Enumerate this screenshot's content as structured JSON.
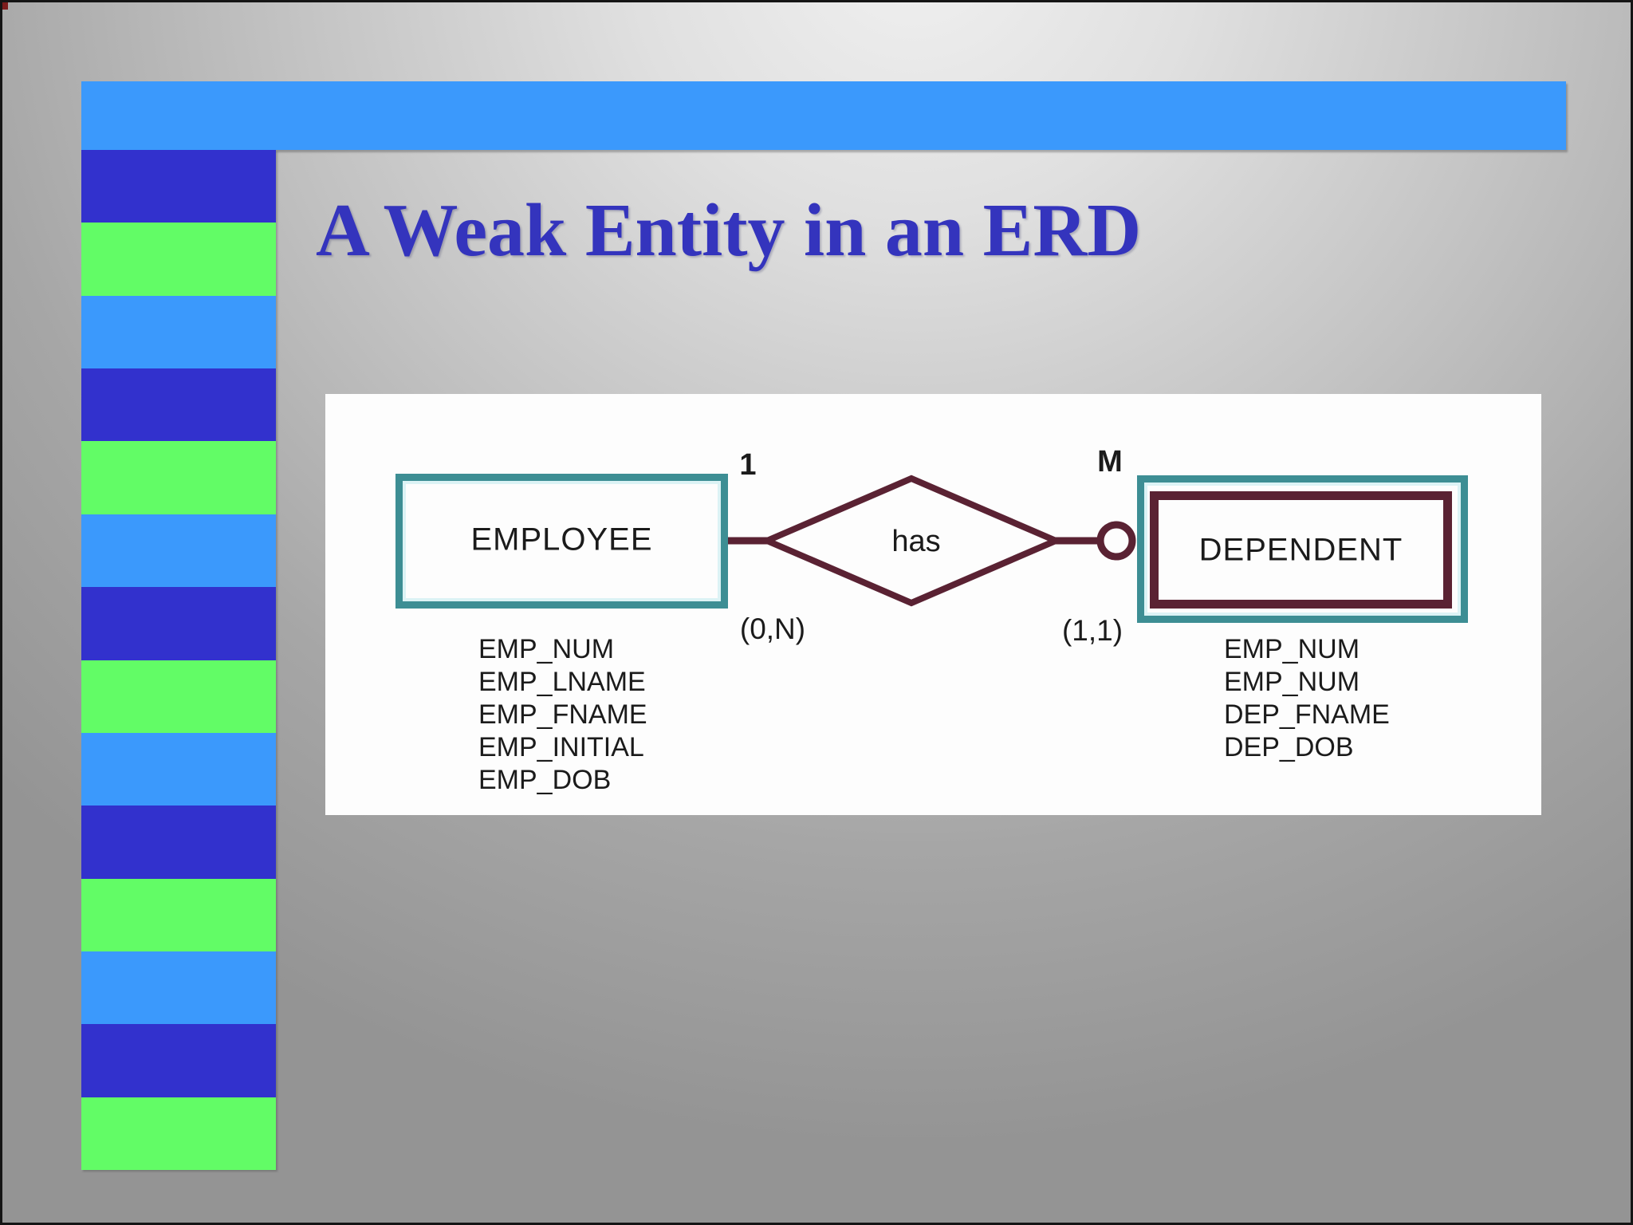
{
  "slide": {
    "title": "A Weak Entity in an ERD"
  },
  "colors": {
    "accent_bar_blue": "#3b99fc",
    "stripe_dark_blue": "#3231cd",
    "stripe_green": "#62fc66",
    "stripe_light_blue": "#3b99fc",
    "title_blue": "#3434bd",
    "panel_white": "#fdfdfd",
    "entity_border_teal": "#3d8e94",
    "relationship_maroon": "#5a2233",
    "diagram_text": "#1b1b1b",
    "corner_speck": "#7c1d1d"
  },
  "diagram": {
    "employee": {
      "name": "EMPLOYEE",
      "attributes": [
        "EMP_NUM",
        "EMP_LNAME",
        "EMP_FNAME",
        "EMP_INITIAL",
        "EMP_DOB"
      ]
    },
    "dependent": {
      "name": "DEPENDENT",
      "attributes": [
        "EMP_NUM",
        "EMP_NUM",
        "DEP_FNAME",
        "DEP_DOB"
      ]
    },
    "relationship": {
      "label": "has",
      "cardinality_left": "1",
      "cardinality_right": "M",
      "participation_left": "(0,N)",
      "participation_right": "(1,1)"
    }
  }
}
